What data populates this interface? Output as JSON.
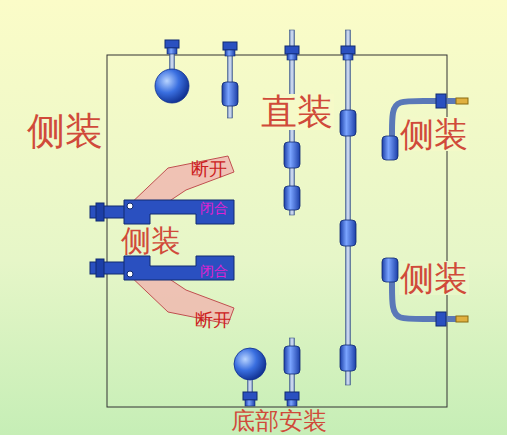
{
  "diagram": {
    "labels": [
      "侧装",
      "直装",
      "侧装",
      "断开",
      "闭合",
      "侧装",
      "闭合",
      "侧装",
      "断开",
      "底部安装"
    ]
  }
}
